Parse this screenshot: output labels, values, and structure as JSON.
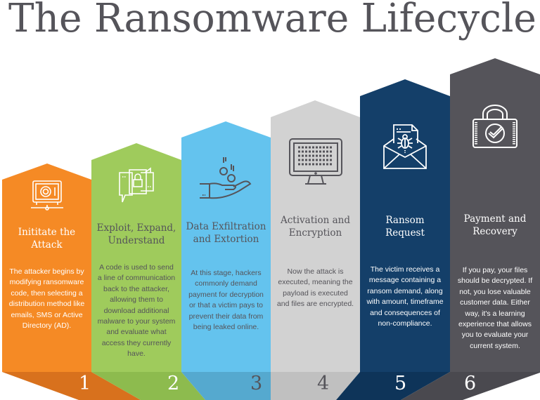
{
  "title": "The Ransomware Lifecycle",
  "stages": [
    {
      "number": "1",
      "heading": "Inititate the Attack",
      "heading_lines": [
        "Inititate the",
        "Attack"
      ],
      "description": "The attacker begins by modifying ransomware code, then selecting a distribution method like emails, SMS or Active Directory (AD).",
      "icon": "safe-network-icon",
      "color": "#F58A25",
      "band_color": "#D8711D",
      "text_color": "#FFFFFF"
    },
    {
      "number": "2",
      "heading": "Exploit, Expand, Understand",
      "heading_lines": [
        "Exploit, Expand,",
        "Understand"
      ],
      "description": "A code is used to send a line of communication back to the attacker, allowing them to download additional malware to your system and evaluate what access they currently have.",
      "icon": "chat-lock-icon",
      "color": "#9FCB5C",
      "band_color": "#8DBB4E",
      "text_color": "#55545A"
    },
    {
      "number": "3",
      "heading": "Data Exfiltration and Extortion",
      "heading_lines": [
        "Data Exfiltration",
        "and Extortion"
      ],
      "description": "At this stage, hackers commonly demand payment for decryption or that a victim pays to prevent their data from being leaked online.",
      "icon": "hand-coins-icon",
      "color": "#64C3EE",
      "band_color": "#55A9CF",
      "text_color": "#55545A"
    },
    {
      "number": "4",
      "heading": "Activation and Encryption",
      "heading_lines": [
        "Activation and",
        "Encryption"
      ],
      "description": "Now the attack is executed, meaning the payload is executed and files are encrypted.",
      "icon": "encrypted-monitor-icon",
      "color": "#D2D2D2",
      "band_color": "#C0C0C0",
      "text_color": "#55545A"
    },
    {
      "number": "5",
      "heading": "Ransom Request",
      "heading_lines": [
        "Ransom",
        "Request"
      ],
      "description": "The victim receives a message containing a ransom demand, along with amount, timeframe and consequences of non-compliance.",
      "icon": "envelope-bug-icon",
      "color": "#143F69",
      "band_color": "#0E3459",
      "text_color": "#FFFFFF"
    },
    {
      "number": "6",
      "heading": "Payment and Recovery",
      "heading_lines": [
        "Payment and",
        "Recovery"
      ],
      "description": "If you pay, your files should be decrypted. If not, you lose valuable customer data. Either way, it's a learning experience that allows you to evaluate your current system.",
      "icon": "padlock-check-icon",
      "color": "#55545A",
      "band_color": "#4A494F",
      "text_color": "#FFFFFF"
    }
  ]
}
